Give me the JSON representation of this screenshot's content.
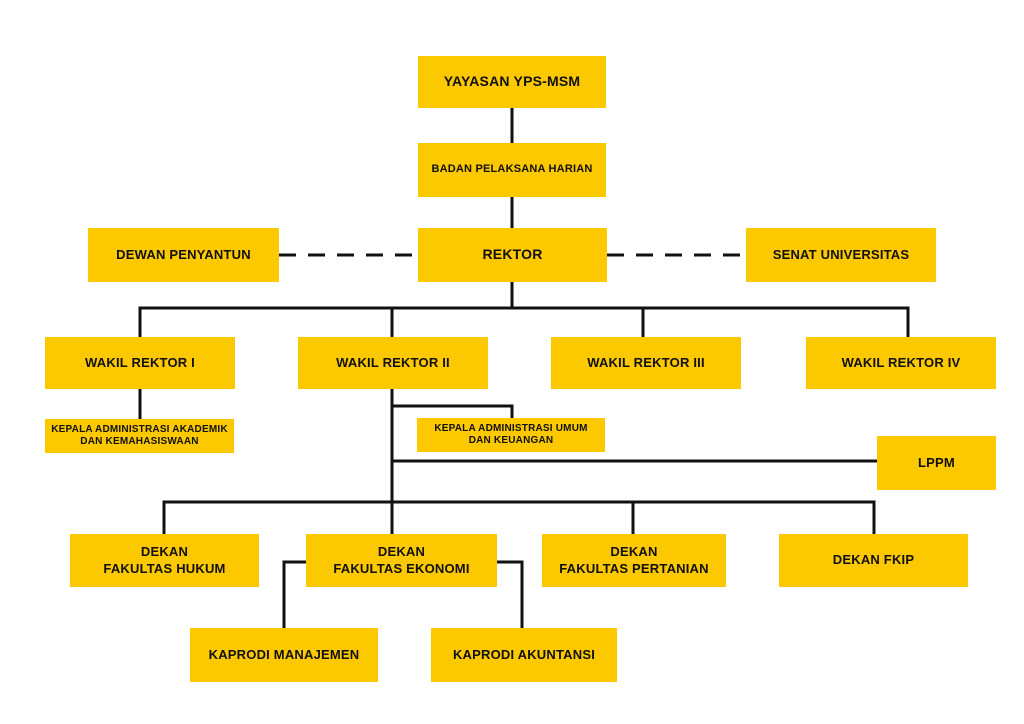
{
  "colors": {
    "box": "#FCC800",
    "line": "#111111",
    "background": "#ffffff"
  },
  "nodes": {
    "yayasan": "YAYASAN YPS-MSM",
    "bph": "BADAN PELAKSANA HARIAN",
    "rektor": "REKTOR",
    "dewan_penyantun": "DEWAN PENYANTUN",
    "senat": "SENAT UNIVERSITAS",
    "wr1": "WAKIL REKTOR I",
    "wr2": "WAKIL REKTOR II",
    "wr3": "WAKIL REKTOR III",
    "wr4": "WAKIL REKTOR IV",
    "kaa": {
      "line1": "KEPALA ADMINISTRASI AKADEMIK",
      "line2": "DAN KEMAHASISWAAN"
    },
    "kauk": {
      "line1": "KEPALA ADMINISTRASI UMUM",
      "line2": "DAN KEUANGAN"
    },
    "lppm": "LPPM",
    "dekan_hukum": {
      "line1": "DEKAN",
      "line2": "FAKULTAS HUKUM"
    },
    "dekan_ekonomi": {
      "line1": "DEKAN",
      "line2": "FAKULTAS EKONOMI"
    },
    "dekan_pertanian": {
      "line1": "DEKAN",
      "line2": "FAKULTAS PERTANIAN"
    },
    "dekan_fkip": "DEKAN FKIP",
    "kaprodi_manajemen": "KAPRODI MANAJEMEN",
    "kaprodi_akuntansi": "KAPRODI AKUNTANSI"
  }
}
